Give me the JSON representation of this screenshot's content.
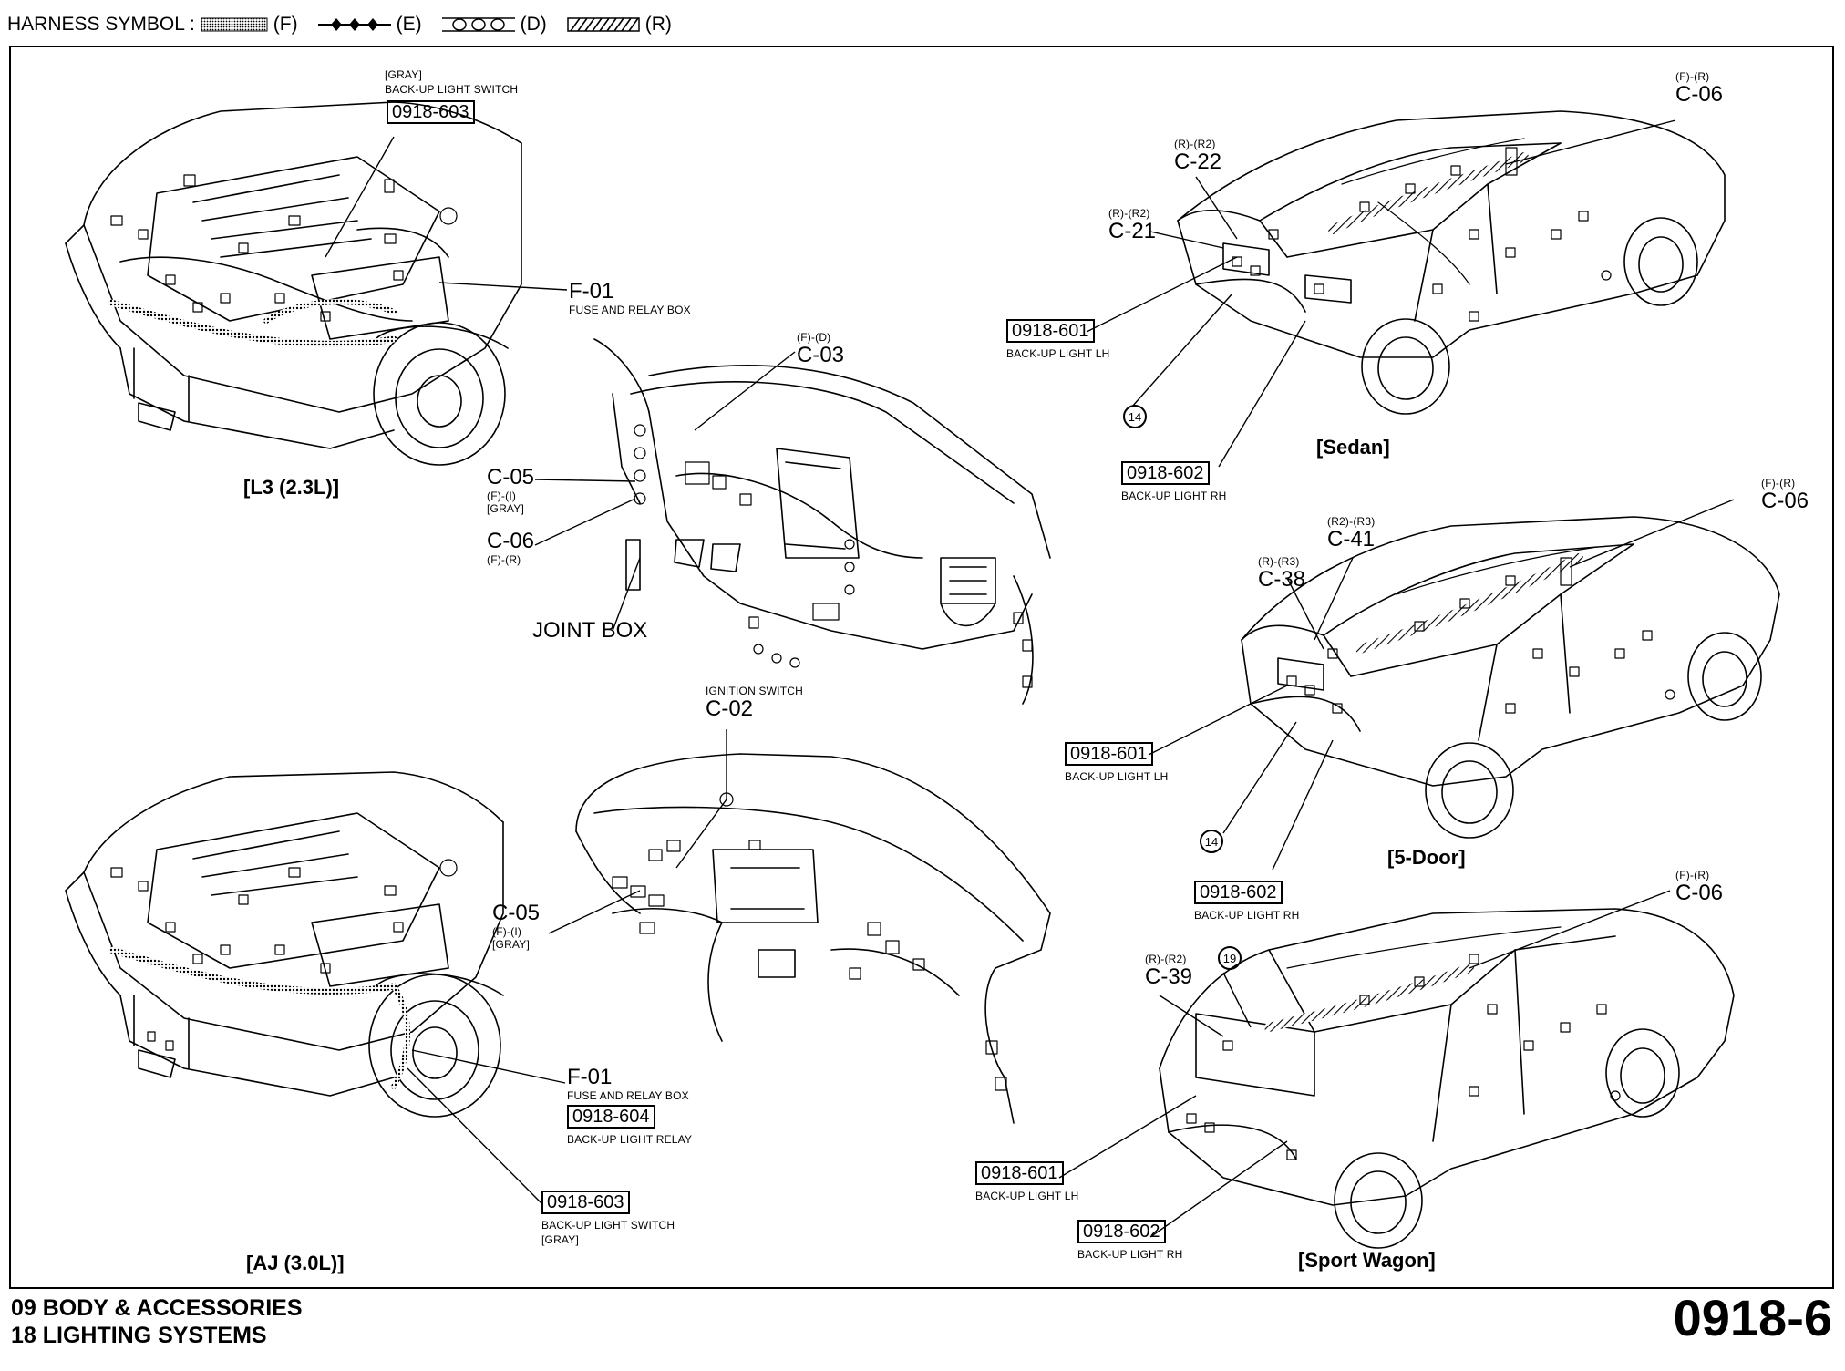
{
  "legend": {
    "label": "HARNESS SYMBOL :",
    "f": "(F)",
    "e": "(E)",
    "d": "(D)",
    "r": "(R)"
  },
  "labels": {
    "l3_gray": "[GRAY]",
    "l3_switch": "BACK-UP LIGHT SWITCH",
    "l3_code": "0918-603",
    "l3_f01": "F-01",
    "l3_fuse": "FUSE AND RELAY BOX",
    "l3_title": "[L3 (2.3L)]",
    "dash_c03_sub": "(F)-(D)",
    "dash_c03": "C-03",
    "dash_c05": "C-05",
    "dash_c05_sub": "(F)-(I)",
    "dash_c05_gray": "[GRAY]",
    "dash_c06": "C-06",
    "dash_c06_sub": "(F)-(R)",
    "dash_joint": "JOINT BOX",
    "ign_label": "IGNITION SWITCH",
    "ign_c02": "C-02",
    "dash2_c05": "C-05",
    "dash2_c05_sub": "(F)-(I)",
    "dash2_c05_gray": "[GRAY]",
    "aj_f01": "F-01",
    "aj_fuse": "FUSE AND RELAY BOX",
    "aj_relay_code": "0918-604",
    "aj_relay": "BACK-UP LIGHT RELAY",
    "aj_sw_code": "0918-603",
    "aj_sw": "BACK-UP LIGHT SWITCH",
    "aj_gray": "[GRAY]",
    "aj_title": "[AJ (3.0L)]",
    "sedan_c06_sub": "(F)-(R)",
    "sedan_c06": "C-06",
    "sedan_c22_sub": "(R)-(R2)",
    "sedan_c22": "C-22",
    "sedan_c21_sub": "(R)-(R2)",
    "sedan_c21": "C-21",
    "sedan_lh_code": "0918-601",
    "sedan_lh": "BACK-UP LIGHT LH",
    "sedan_14": "14",
    "sedan_rh_code": "0918-602",
    "sedan_rh": "BACK-UP LIGHT RH",
    "sedan_title": "[Sedan]",
    "door5_c06_sub": "(F)-(R)",
    "door5_c06": "C-06",
    "door5_c41_sub": "(R2)-(R3)",
    "door5_c41": "C-41",
    "door5_c38_sub": "(R)-(R3)",
    "door5_c38": "C-38",
    "door5_lh_code": "0918-601",
    "door5_lh": "BACK-UP LIGHT LH",
    "door5_14": "14",
    "door5_rh_code": "0918-602",
    "door5_rh": "BACK-UP LIGHT RH",
    "door5_title": "[5-Door]",
    "wagon_c06_sub": "(F)-(R)",
    "wagon_c06": "C-06",
    "wagon_c39_sub": "(R)-(R2)",
    "wagon_c39": "C-39",
    "wagon_19": "19",
    "wagon_lh_code": "0918-601",
    "wagon_lh": "BACK-UP LIGHT LH",
    "wagon_rh_code": "0918-602",
    "wagon_rh": "BACK-UP LIGHT RH",
    "wagon_title": "[Sport Wagon]"
  },
  "footer": {
    "line1": "09  BODY & ACCESSORIES",
    "line2": "18  LIGHTING SYSTEMS",
    "page": "0918-6"
  }
}
